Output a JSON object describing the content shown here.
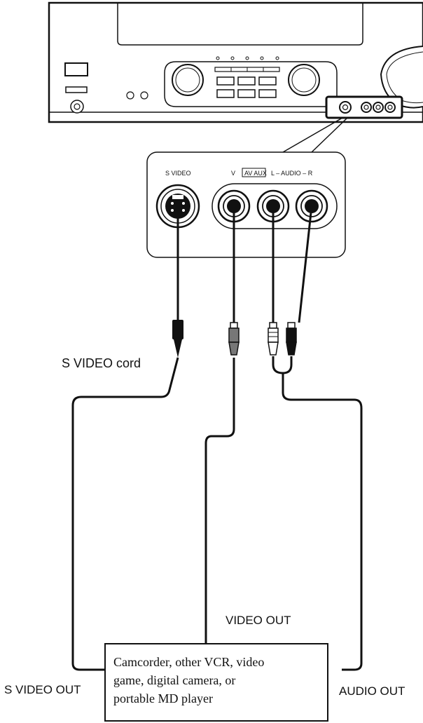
{
  "panel": {
    "s_video_label": "S VIDEO",
    "v_label": "V",
    "av_aux_label": "AV AUX",
    "audio_label": "L – AUDIO – R"
  },
  "labels": {
    "s_video_cord": "S VIDEO cord",
    "video_out": "VIDEO OUT",
    "s_video_out": "S VIDEO OUT",
    "audio_out": "AUDIO OUT"
  },
  "device_box": {
    "line1": "Camcorder, other VCR, video",
    "line2": "game, digital camera, or",
    "line3": "portable MD player"
  }
}
